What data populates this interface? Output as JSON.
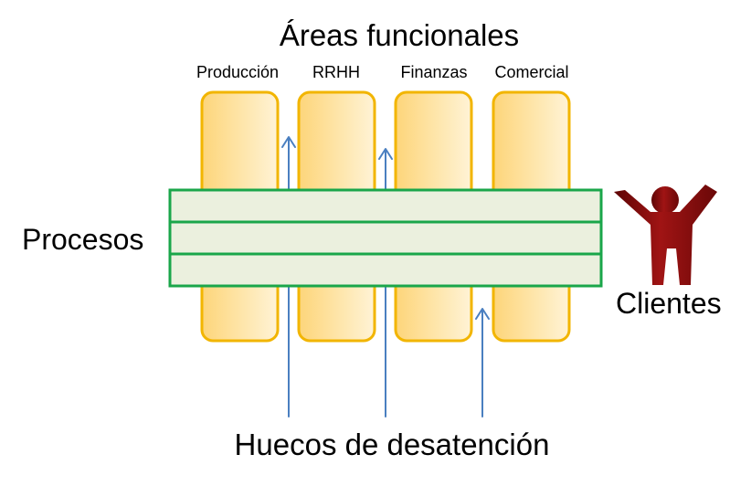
{
  "title": "Áreas funcionales",
  "areas": [
    "Producción",
    "RRHH",
    "Finanzas",
    "Comercial"
  ],
  "processes_label": "Procesos",
  "customers_label": "Clientes",
  "gaps_label": "Huecos de desatención",
  "colors": {
    "area_fill_light": "#fff3d6",
    "area_fill_dark": "#fdd57a",
    "area_border": "#f2b500",
    "process_fill": "#ebf0de",
    "process_border": "#1aa64a",
    "arrow": "#4a7fc0",
    "customer_figure": "#8b0e0e"
  }
}
